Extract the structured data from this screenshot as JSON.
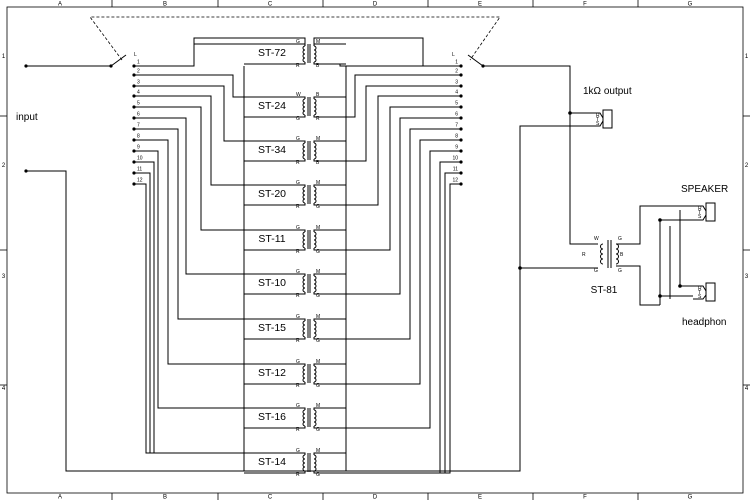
{
  "grid": {
    "columns": [
      "A",
      "B",
      "C",
      "D",
      "E",
      "F",
      "G"
    ],
    "rows": [
      "1",
      "2",
      "3",
      "4"
    ]
  },
  "labels": {
    "input": "input",
    "output": "1kΩ output",
    "speaker": "SPEAKER",
    "headphone": "headphon",
    "output_transformer": "ST-81"
  },
  "switch": {
    "positions": [
      "1",
      "2",
      "3",
      "4",
      "5",
      "6",
      "7",
      "8",
      "9",
      "10",
      "11",
      "12"
    ],
    "lever_left": "L",
    "lever_right": "L"
  },
  "transformers": [
    {
      "name": "ST-72",
      "pins": [
        "G",
        "R",
        "M",
        "B"
      ]
    },
    {
      "name": "ST-24",
      "pins": [
        "W",
        "G",
        "B",
        "R"
      ]
    },
    {
      "name": "ST-34",
      "pins": [
        "G",
        "R",
        "M",
        "B"
      ]
    },
    {
      "name": "ST-20",
      "pins": [
        "G",
        "R",
        "M",
        "G"
      ]
    },
    {
      "name": "ST-11",
      "pins": [
        "G",
        "R",
        "M",
        "G"
      ]
    },
    {
      "name": "ST-10",
      "pins": [
        "G",
        "R",
        "M",
        "G"
      ]
    },
    {
      "name": "ST-15",
      "pins": [
        "G",
        "R",
        "M",
        "G"
      ]
    },
    {
      "name": "ST-12",
      "pins": [
        "G",
        "R",
        "M",
        "G"
      ]
    },
    {
      "name": "ST-16",
      "pins": [
        "G",
        "R",
        "M",
        "G"
      ]
    },
    {
      "name": "ST-14",
      "pins": [
        "G",
        "R",
        "M",
        "G"
      ]
    }
  ],
  "st81_pins": [
    "W",
    "G",
    "R",
    "G",
    "G",
    "B"
  ],
  "jack_pins": {
    "output": [
      "R",
      "T",
      "S"
    ],
    "speaker": [
      "R",
      "T",
      "S"
    ],
    "headphone": [
      "R",
      "T",
      "S"
    ]
  }
}
